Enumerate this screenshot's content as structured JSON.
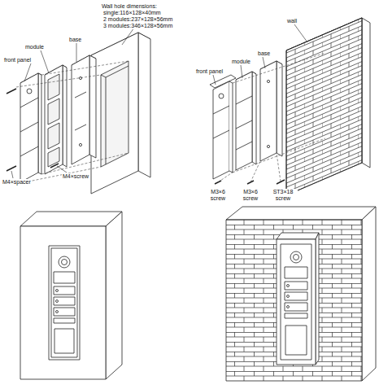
{
  "diagram": {
    "labels": [
      "Wall hole dimensions:",
      "single:116×128×40mm",
      "2 modules:237×128×56mm",
      "3 modules:346×128×56mm",
      "front panel",
      "module",
      "base",
      "M4×spacer",
      "M4×screw",
      "wall",
      "front panel",
      "module",
      "base",
      "M3×6 screw",
      "M3×6 screw",
      "ST3×18 screw"
    ]
  }
}
